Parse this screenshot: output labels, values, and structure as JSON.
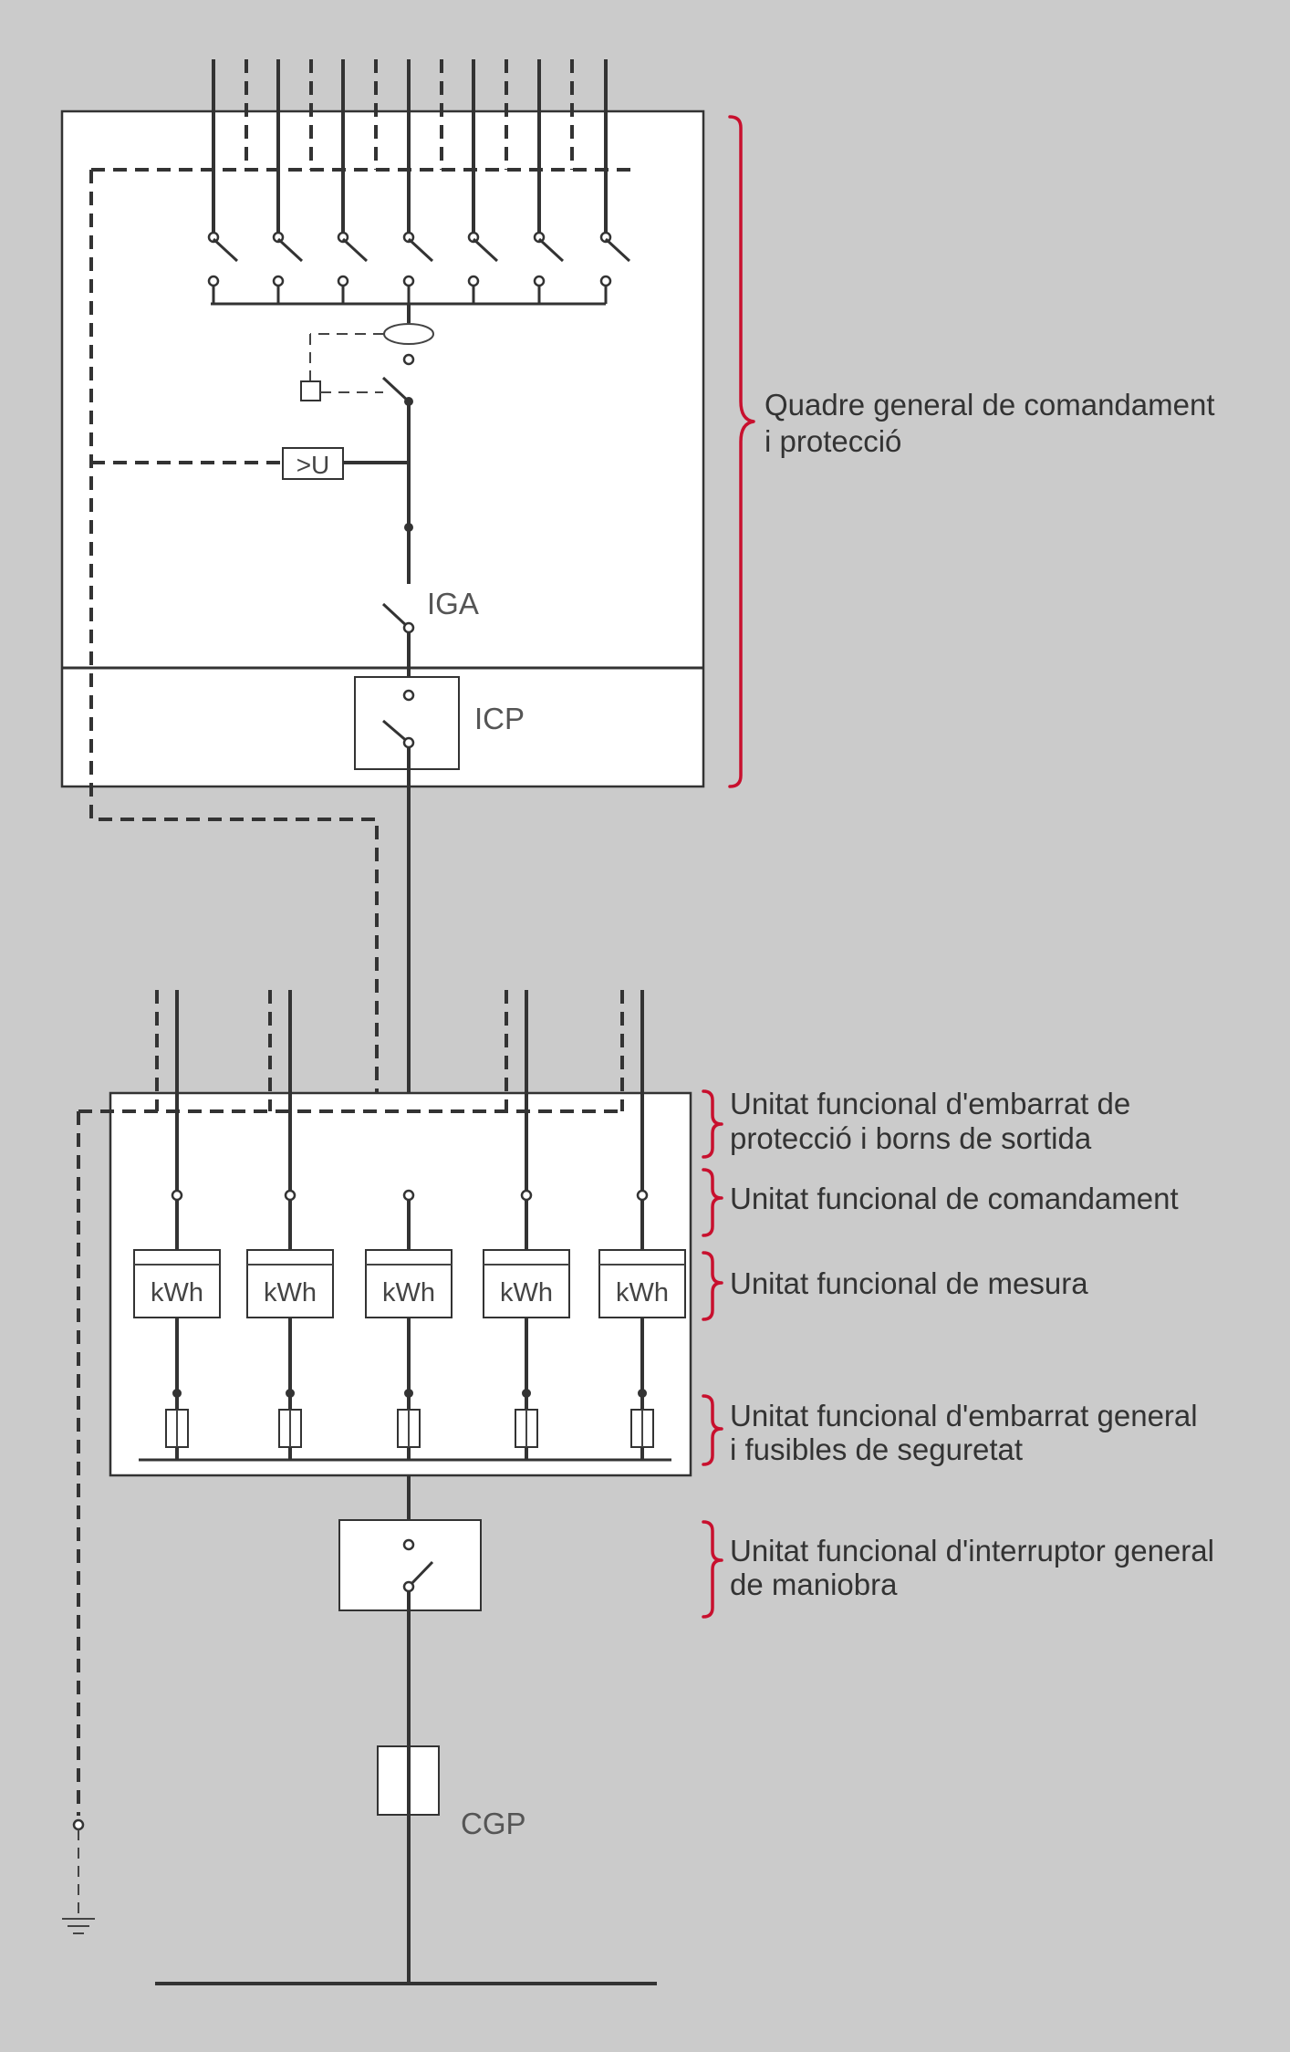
{
  "components": {
    "iga": "IGA",
    "icp": "ICP",
    "cgp": "CGP",
    "overvoltage": ">U",
    "meter_unit": "kWh"
  },
  "meters": [
    {
      "label": "kWh"
    },
    {
      "label": "kWh"
    },
    {
      "label": "kWh"
    },
    {
      "label": "kWh"
    },
    {
      "label": "kWh"
    }
  ],
  "annotations": {
    "quadre": [
      "Quadre general de comandament",
      "i protecció"
    ],
    "embarrat_proteccio": [
      "Unitat funcional d'embarrat de",
      "protecció i borns de sortida"
    ],
    "comandament": [
      "Unitat funcional de comandament"
    ],
    "mesura": [
      "Unitat funcional de mesura"
    ],
    "embarrat_general": [
      "Unitat funcional d'embarrat general",
      "i fusibles de seguretat"
    ],
    "interruptor_general": [
      "Unitat funcional d'interruptor general",
      "de maniobra"
    ]
  },
  "colors": {
    "background": "#cbcbcb",
    "line": "#333333",
    "brace": "#c8102e",
    "box_fill": "#ffffff"
  }
}
